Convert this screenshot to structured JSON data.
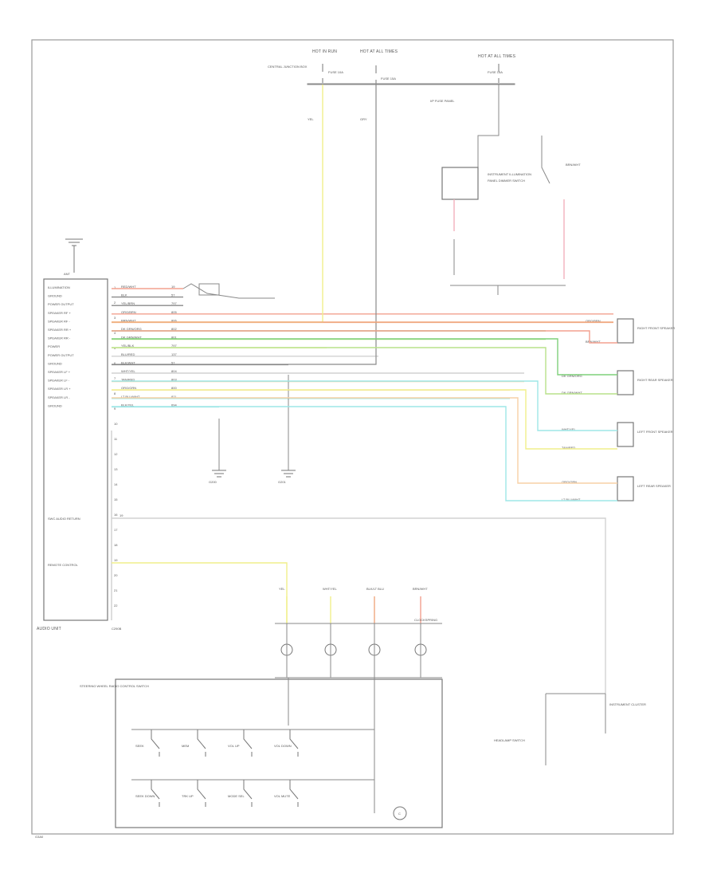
{
  "footer": {
    "code": "G3A0"
  },
  "colors": {
    "red": "#f3a08f",
    "orange": "#f0a880",
    "pink": "#f2b0bb",
    "green": "#7fd07a",
    "lightgreen": "#b8e28a",
    "yellow": "#f1ef8c",
    "white": "#d2d2d2",
    "orangepale": "#f7d0a6",
    "cyan": "#9ee7e7",
    "gray": "#8a8a8a"
  },
  "power": {
    "hot_run": "HOT IN RUN",
    "hot_always": "HOT AT ALL TIMES",
    "hot_right": "HOT AT ALL TIMES",
    "fuse_a": "FUSE 10A",
    "fuse_b": "FUSE 15A",
    "fuse_c": "FUSE 15A",
    "box_center": "CENTRAL JUNCTION BOX",
    "box_right": "I/P FUSE PANEL",
    "wire_a": "YEL",
    "wire_b": "GRY"
  },
  "radio": {
    "label": "AUDIO UNIT",
    "antenna": "ANT",
    "pins_top": [
      "ILLUMINATION",
      "GROUND",
      "POWER OUTPUT",
      "SPEAKER RF +",
      "SPEAKER RF -",
      "SPEAKER RR +",
      "SPEAKER RR -",
      "POWER",
      "POWER OUTPUT",
      "GROUND",
      "SPEAKER LF +",
      "SPEAKER LF -",
      "SPEAKER LR +",
      "SPEAKER LR -",
      "GROUND"
    ],
    "pins_bottom": [
      "SWC AUDIO RETURN",
      "REMOTE CONTROL"
    ]
  },
  "harness": {
    "colors": [
      "RED/WHT",
      "BLK",
      "YEL/BRN",
      "ORG/BRN",
      "BRN/WHT",
      "DK GRN/ORG",
      "DK GRN/WHT",
      "YEL/BLK",
      "BLU/RED",
      "BLK/WHT",
      "WHT/YEL",
      "TAN/RED",
      "ORG/GRN",
      "LT BLU/WHT",
      "BLK/YEL"
    ],
    "circuits": [
      "19",
      "57",
      "797",
      "805",
      "806",
      "802",
      "801",
      "797",
      "137",
      "57",
      "804",
      "803",
      "800",
      "811",
      "694"
    ],
    "label_c": "C290B",
    "gnd_a": "G200",
    "gnd_b": "G201"
  },
  "speakers": {
    "rf": "RIGHT FRONT SPEAKER",
    "rr": "RIGHT REAR SPEAKER",
    "lf": "LEFT FRONT SPEAKER",
    "lr": "LEFT REAR SPEAKER",
    "rf_w1": "ORG/BRN",
    "rf_w2": "BRN/WHT",
    "rr_w1": "DK GRN/ORG",
    "rr_w2": "DK GRN/WHT",
    "lf_w1": "WHT/YEL",
    "lf_w2": "TAN/RED",
    "lr_w1": "ORG/GRN",
    "lr_w2": "LT BLU/WHT"
  },
  "switches": {
    "group_label": "STEERING WHEEL RADIO CONTROL SWITCH",
    "row1": [
      "SEEK",
      "MEM",
      "VOL UP",
      "VOL DOWN"
    ],
    "row2": [
      "SEEK DOWN",
      "TRK UP",
      "MODE SEL",
      "VOL MUTE"
    ],
    "clock": "CLOCKSPRING",
    "clk_pins": [
      "YEL",
      "WHT/YEL",
      "BLK/LT BLU",
      "BRN/WHT"
    ],
    "ref": "C"
  },
  "dimmer": {
    "label_left": "HEADLAMP SWITCH",
    "label_right": "INSTRUMENT CLUSTER",
    "circuit": "19"
  },
  "illum": {
    "lbl_a": "INSTRUMENT ILLUMINATION",
    "lbl_b": "PANEL DIMMER SWITCH",
    "lbl_c": "BRN/WHT"
  }
}
